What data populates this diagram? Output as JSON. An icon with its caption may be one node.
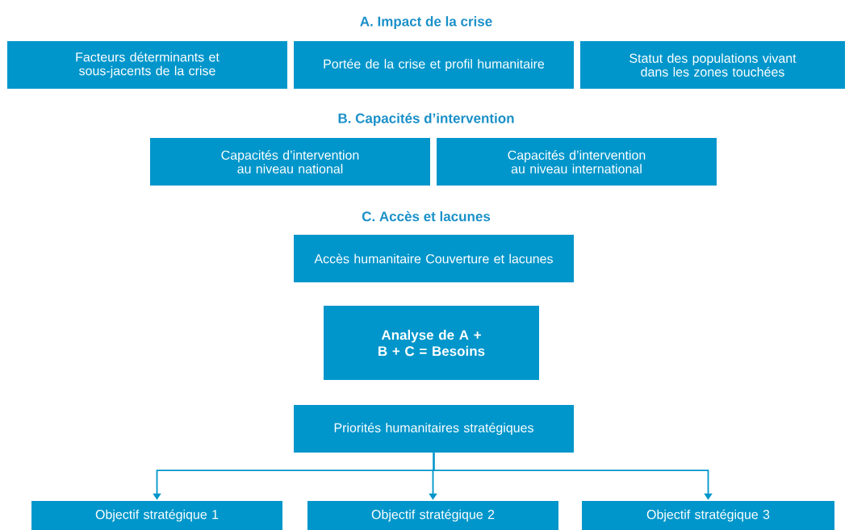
{
  "diagram": {
    "nodes": [
      {
        "text": [
          "Facteurs déterminants et sous-jacents de la crise"
        ]
      },
      {
        "text": [
          "Portée de la crise et profil humanitaire"
        ]
      },
      {
        "text": [
          "Statut des populations vivant dans les zones touchées"
        ]
      },
      {
        "text": [
          "Capacités d’intervention au niveau national"
        ]
      },
      {
        "text": [
          "Capacités d’intervention au niveau international"
        ]
      },
      {
        "text": [
          "Accès humanitaire Couverture et lacunes"
        ]
      },
      {
        "text": [
          "Analyse de A + B + C = Besoins"
        ]
      },
      {
        "text": [
          "Priorités humanitaires stratégiques"
        ]
      },
      {
        "text": [
          "Objectif stratégique 1"
        ]
      },
      {
        "text": [
          "Objectif stratégique 2"
        ]
      },
      {
        "text": [
          "Objectif stratégique 3"
        ]
      }
    ],
    "edges": [
      {
        "from": 7,
        "to": 8,
        "arrow": "to"
      },
      {
        "from": 7,
        "to": 9,
        "arrow": "to"
      },
      {
        "from": 7,
        "to": 10,
        "arrow": "to"
      }
    ],
    "labels": [
      "A. Impact de la crise",
      "B. Capacités d’intervention",
      "C. Accès et lacunes"
    ]
  }
}
